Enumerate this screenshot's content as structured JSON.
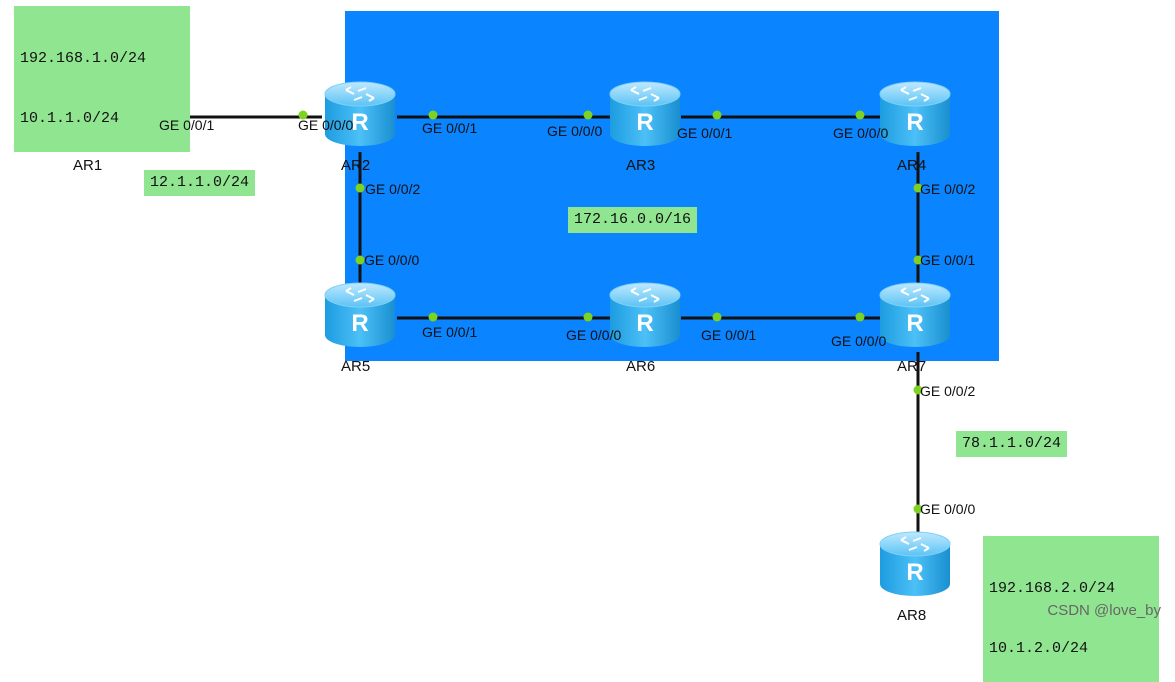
{
  "routers": [
    "AR1",
    "AR2",
    "AR3",
    "AR4",
    "AR5",
    "AR6",
    "AR7",
    "AR8"
  ],
  "area_network": "172.16.0.0/16",
  "notes": {
    "ar1_lan": [
      "192.168.1.0/24",
      "10.1.1.0/24"
    ],
    "link_ar1_ar2": "12.1.1.0/24",
    "link_ar7_ar8": "78.1.1.0/24",
    "ar8_lan": [
      "192.168.2.0/24",
      "10.1.2.0/24"
    ]
  },
  "ports": {
    "ar1_right": "GE 0/0/1",
    "ar2_left": "GE 0/0/0",
    "ar2_right": "GE 0/0/1",
    "ar2_down": "GE 0/0/2",
    "ar3_left": "GE 0/0/0",
    "ar3_right": "GE 0/0/1",
    "ar4_left": "GE 0/0/0",
    "ar4_down": "GE 0/0/2",
    "ar5_up": "GE 0/0/0",
    "ar5_right": "GE 0/0/1",
    "ar6_left": "GE 0/0/0",
    "ar6_right": "GE 0/0/1",
    "ar7_up": "GE 0/0/1",
    "ar7_left": "GE 0/0/0",
    "ar7_down": "GE 0/0/2",
    "ar8_up": "GE 0/0/0"
  },
  "watermark": "CSDN @love_by",
  "colors": {
    "area": "#0a84ff",
    "note": "#90e690",
    "link": "#111111",
    "port_dot": "#7ed321",
    "router": "#3db4f0"
  }
}
